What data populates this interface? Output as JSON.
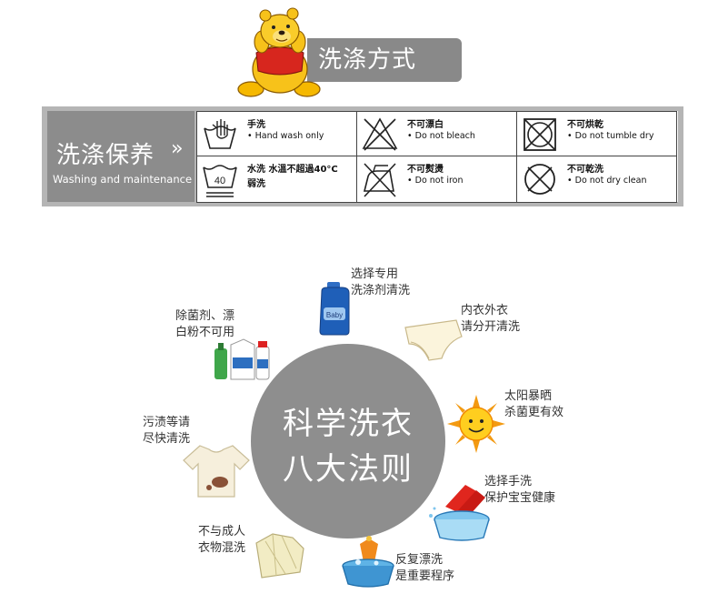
{
  "header": {
    "title": "洗涤方式"
  },
  "care": {
    "zh_title": "洗涤保养",
    "arrows": "››",
    "en_title": "Washing and maintenance",
    "items": [
      {
        "icon": "hand-wash-icon",
        "zh": "手洗",
        "en": "• Hand wash only"
      },
      {
        "icon": "no-bleach-icon",
        "zh": "不可漂白",
        "en": "• Do not bleach"
      },
      {
        "icon": "no-tumble-dry-icon",
        "zh": "不可烘乾",
        "en": "• Do not tumble dry"
      },
      {
        "icon": "wash-40-icon",
        "zh": "水洗 水溫不超過40°C",
        "zh2": "弱洗",
        "tub_number": "40"
      },
      {
        "icon": "no-iron-icon",
        "zh": "不可熨燙",
        "en": "• Do not iron"
      },
      {
        "icon": "no-dry-clean-icon",
        "zh": "不可乾洗",
        "en": "• Do not dry clean"
      }
    ]
  },
  "diagram": {
    "center_line1": "科学洗衣",
    "center_line2": "八大法则",
    "bottle_label": "Baby",
    "rules": [
      {
        "line1": "选择专用",
        "line2": "洗涤剂清洗"
      },
      {
        "line1": "内衣外衣",
        "line2": "请分开清洗"
      },
      {
        "line1": "太阳暴晒",
        "line2": "杀菌更有效"
      },
      {
        "line1": "选择手洗",
        "line2": "保护宝宝健康"
      },
      {
        "line1": "反复漂洗",
        "line2": "是重要程序"
      },
      {
        "line1": "不与成人",
        "line2": "衣物混洗"
      },
      {
        "line1": "污渍等请",
        "line2": "尽快清洗"
      },
      {
        "line1": "除菌剂、漂",
        "line2": "白粉不可用"
      }
    ]
  }
}
